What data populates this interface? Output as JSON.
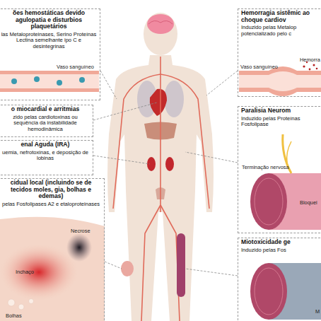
{
  "diagram": {
    "nodes": [
      {
        "text": [
          "ões hemostáticas devido agulopatia e disturbios plaquetários",
          "las Metaloproteinases, Serino Proteínas Lectina semelhante ipo C e desintegrinas"
        ]
      },
      {
        "text": [
          "Hemorragia sistêmic ao choque cardiov",
          "Induzido pelas Metalop potencializado pelo c"
        ]
      },
      {
        "text": [
          "o miocardial e arritmias",
          "zido pelas cardiotoxinas ou sequência da instabilidade hemodinâmica"
        ]
      },
      {
        "text": [
          "enal Aguda (IRA)",
          "uemia, nefrotoxinas, e deposição de lobinas"
        ]
      },
      {
        "text": [
          "cidual local (incluindo se de tecidos moles, gia, bolhas e edemas)",
          "pelas Fosfolipases A2 e etaloproteinases"
        ]
      },
      {
        "text": [
          "Paralisia Neurom",
          "Induzido pelas Proteínas Fosfolipase"
        ]
      },
      {
        "text": [
          "Miotoxicidade ge",
          "Induzido pelas Fos"
        ]
      }
    ],
    "labels": [
      "Vaso sanguíneo",
      "Vaso sanguíneo",
      "Hemorra",
      "Necrose",
      "Inchaço",
      "Bolhas",
      "Terminação nervosa",
      "Bloquei",
      "M"
    ]
  }
}
